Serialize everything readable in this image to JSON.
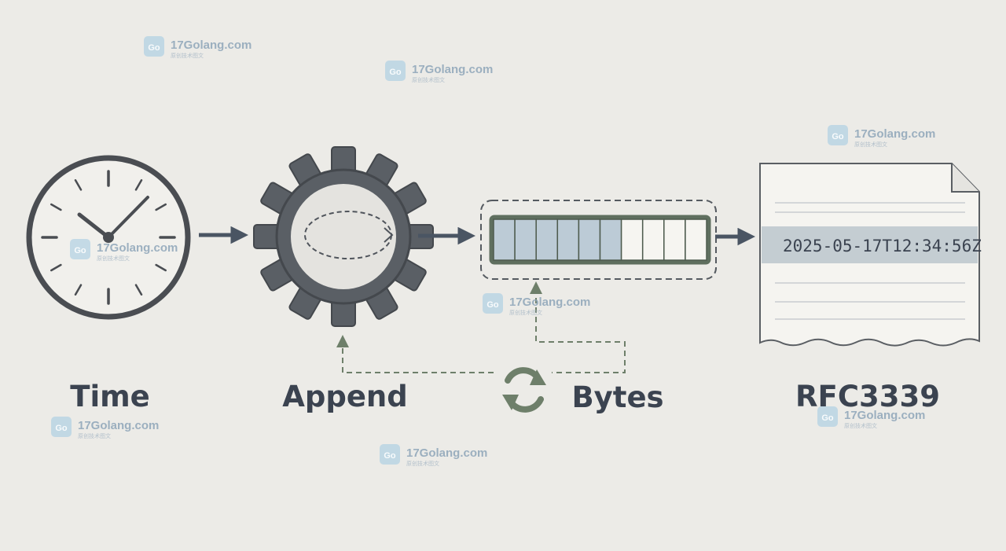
{
  "labels": {
    "time": "Time",
    "append": "Append",
    "bytes": "Bytes",
    "rfc": "RFC3339"
  },
  "document": {
    "timestamp": "2025-05-17T12:34:56Z"
  },
  "byte_buffer": {
    "filled_cells": 6,
    "total_cells": 10
  },
  "watermark": {
    "domain": "17Golang.com",
    "subtitle": "原创技术图文",
    "logo_text": "Go"
  },
  "colors": {
    "background": "#ecebe7",
    "ink": "#3b4350",
    "gear": "#5a5f65",
    "buffer_outline": "#5f6f5f",
    "buffer_fill": "#bccbd6",
    "recycle": "#6e7f6a",
    "label_band": "#c4cdd2"
  },
  "icons": [
    "clock-icon",
    "gear-icon",
    "byte-buffer-icon",
    "recycle-icon",
    "document-icon"
  ]
}
